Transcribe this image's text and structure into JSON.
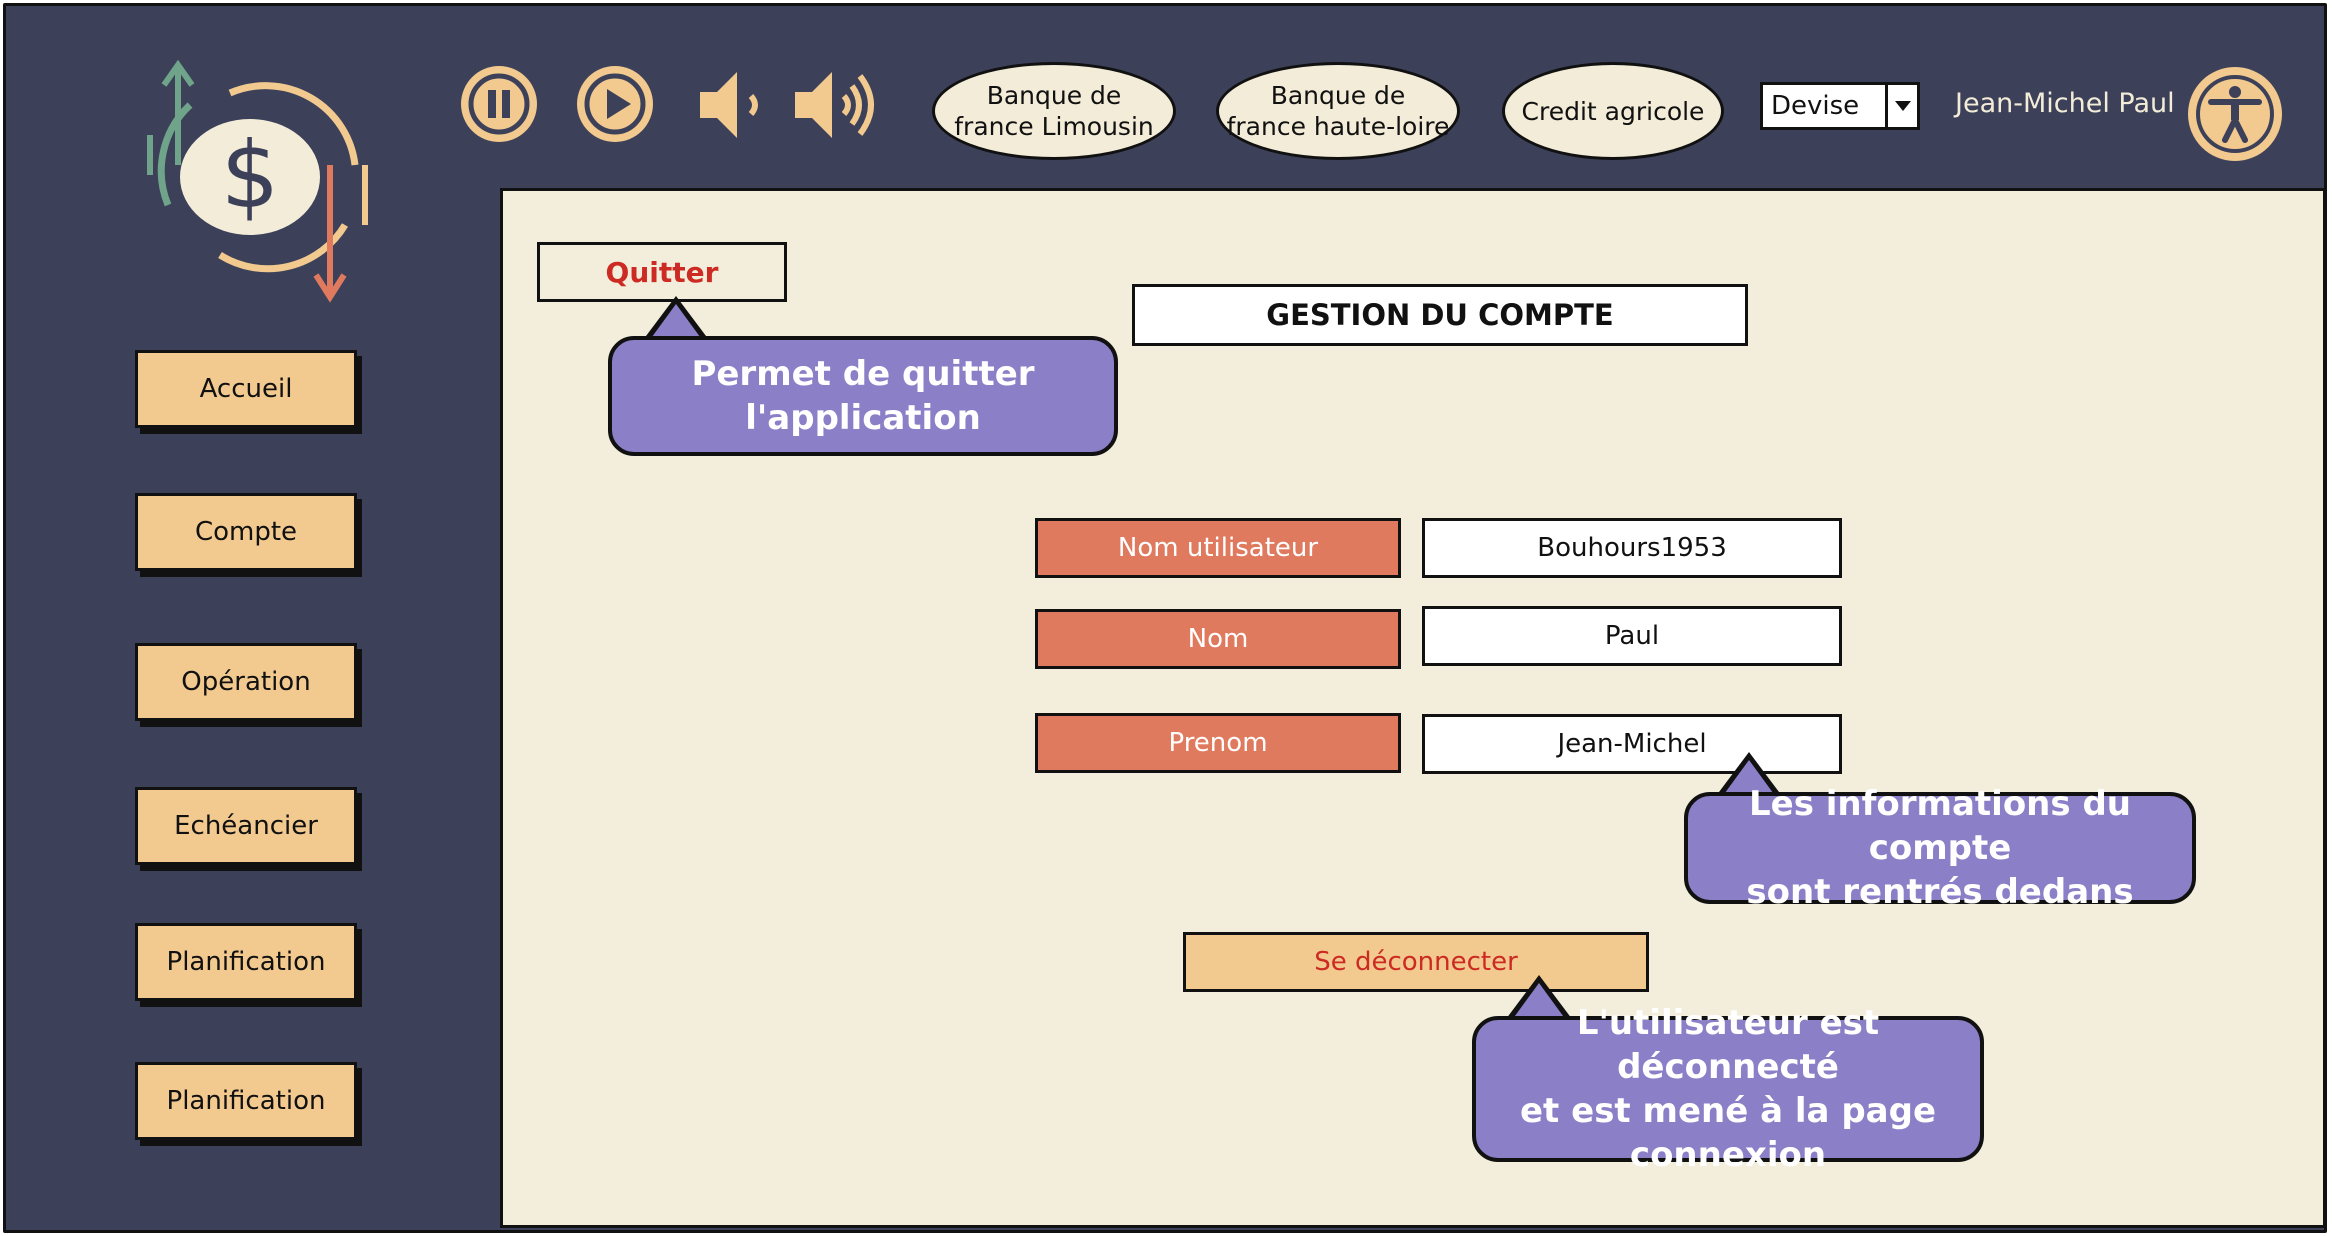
{
  "colors": {
    "background": "#3c4159",
    "panel": "#f3eddb",
    "button": "#f2c98e",
    "field_label": "#e07a5f",
    "callout": "#8b7fc7",
    "danger_text": "#cc2a22"
  },
  "logo": {
    "icon": "dollar-exchange-icon"
  },
  "topbar": {
    "media": [
      "pause-icon",
      "play-icon",
      "volume-low-icon",
      "volume-high-icon"
    ],
    "banks": [
      "Banque de\nfrance Limousin",
      "Banque de\nfrance haute-loire",
      "Credit agricole"
    ],
    "currency_select": "Devise",
    "user_name": "Jean-Michel Paul",
    "accessibility_icon": "accessibility-icon"
  },
  "sidebar": {
    "items": [
      "Accueil",
      "Compte",
      "Opération",
      "Echéancier",
      "Planification",
      "Planification"
    ]
  },
  "main": {
    "quit_label": "Quitter",
    "title": "GESTION DU COMPTE",
    "fields": [
      {
        "label": "Nom utilisateur",
        "value": "Bouhours1953"
      },
      {
        "label": "Nom",
        "value": "Paul"
      },
      {
        "label": "Prenom",
        "value": "Jean-Michel"
      }
    ],
    "logout_label": "Se déconnecter"
  },
  "callouts": {
    "quit": "Permet de quitter\nl'application",
    "fields": "Les informations du compte\nsont rentrés dedans",
    "logout": "L'utilisateur est déconnecté\net est mené à la page\nconnexion"
  }
}
